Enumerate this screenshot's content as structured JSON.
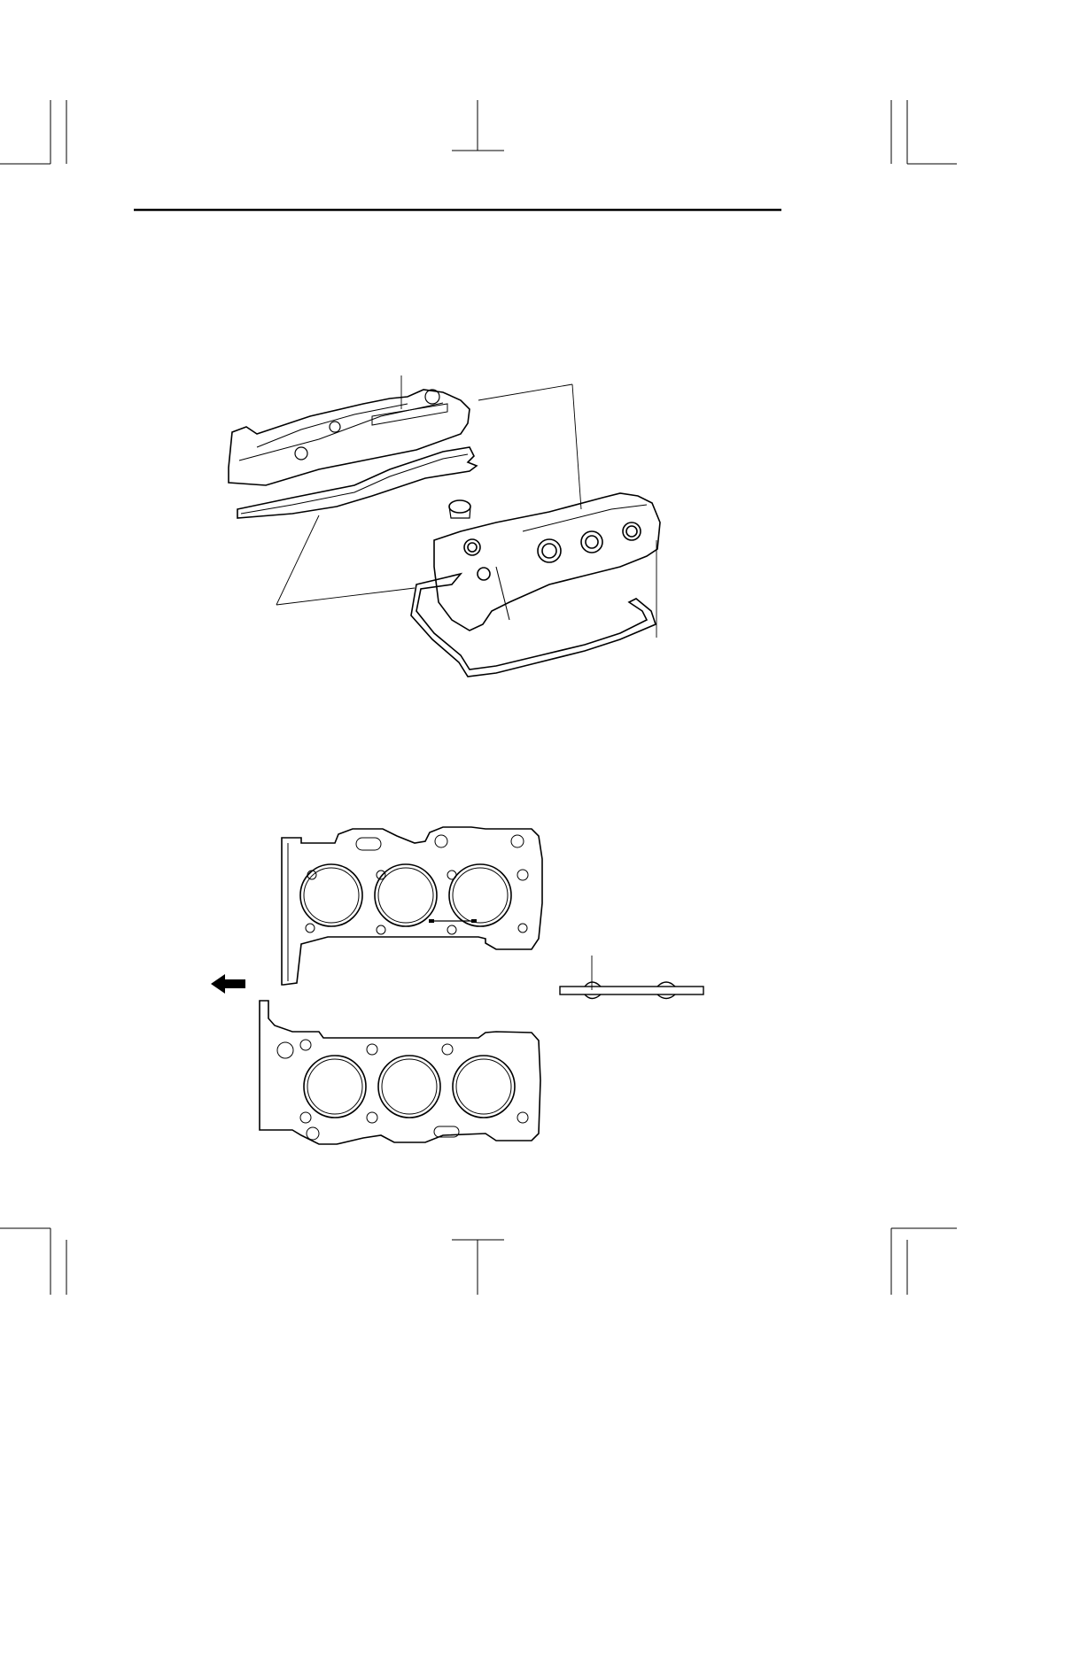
{
  "document": {
    "ink_color": "#000000",
    "background_color": "#ffffff",
    "figures": [
      {
        "id": "cylinder-head-cover-exploded-view"
      },
      {
        "id": "cylinder-head-gasket-view"
      }
    ],
    "direction_arrow": "left"
  }
}
